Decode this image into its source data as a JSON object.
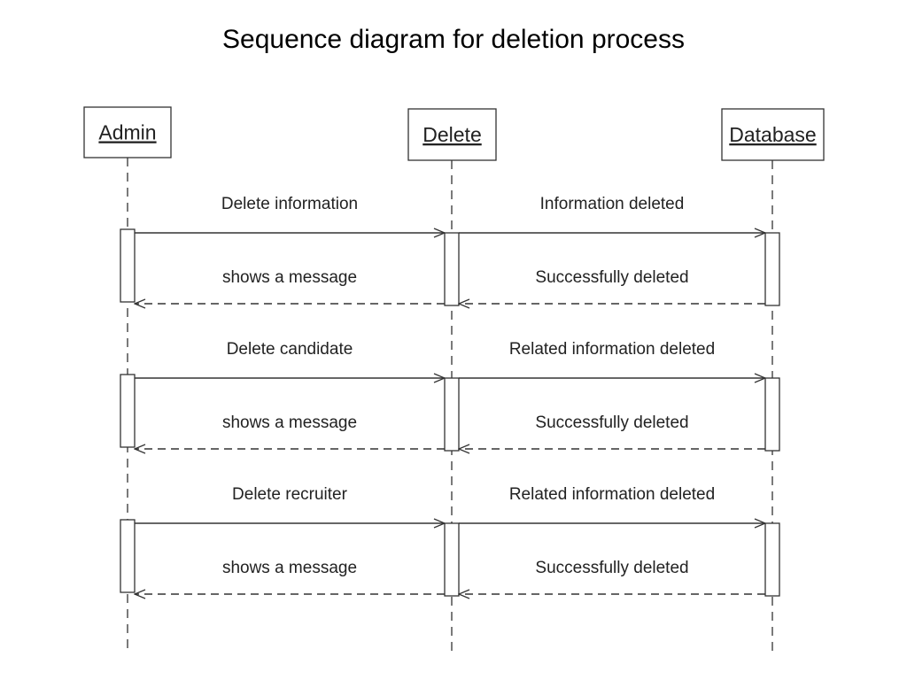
{
  "title": "Sequence diagram for deletion process",
  "participants": [
    {
      "id": "admin",
      "name": "Admin"
    },
    {
      "id": "delete",
      "name": "Delete"
    },
    {
      "id": "database",
      "name": "Database"
    }
  ],
  "interactions": [
    {
      "messages": [
        {
          "from": "admin",
          "to": "delete",
          "label": "Delete information",
          "type": "sync"
        },
        {
          "from": "delete",
          "to": "database",
          "label": "Information deleted",
          "type": "sync"
        },
        {
          "from": "database",
          "to": "delete",
          "label": "Successfully deleted",
          "type": "return"
        },
        {
          "from": "delete",
          "to": "admin",
          "label": "shows a message",
          "type": "return"
        }
      ]
    },
    {
      "messages": [
        {
          "from": "admin",
          "to": "delete",
          "label": "Delete candidate",
          "type": "sync"
        },
        {
          "from": "delete",
          "to": "database",
          "label": "Related information deleted",
          "type": "sync"
        },
        {
          "from": "database",
          "to": "delete",
          "label": "Successfully deleted",
          "type": "return"
        },
        {
          "from": "delete",
          "to": "admin",
          "label": "shows a message",
          "type": "return"
        }
      ]
    },
    {
      "messages": [
        {
          "from": "admin",
          "to": "delete",
          "label": "Delete recruiter",
          "type": "sync"
        },
        {
          "from": "delete",
          "to": "database",
          "label": "Related information deleted",
          "type": "sync"
        },
        {
          "from": "database",
          "to": "delete",
          "label": "Successfully deleted",
          "type": "return"
        },
        {
          "from": "delete",
          "to": "admin",
          "label": "shows a message",
          "type": "return"
        }
      ]
    }
  ],
  "colors": {
    "line": "#333333",
    "text": "#222222"
  }
}
